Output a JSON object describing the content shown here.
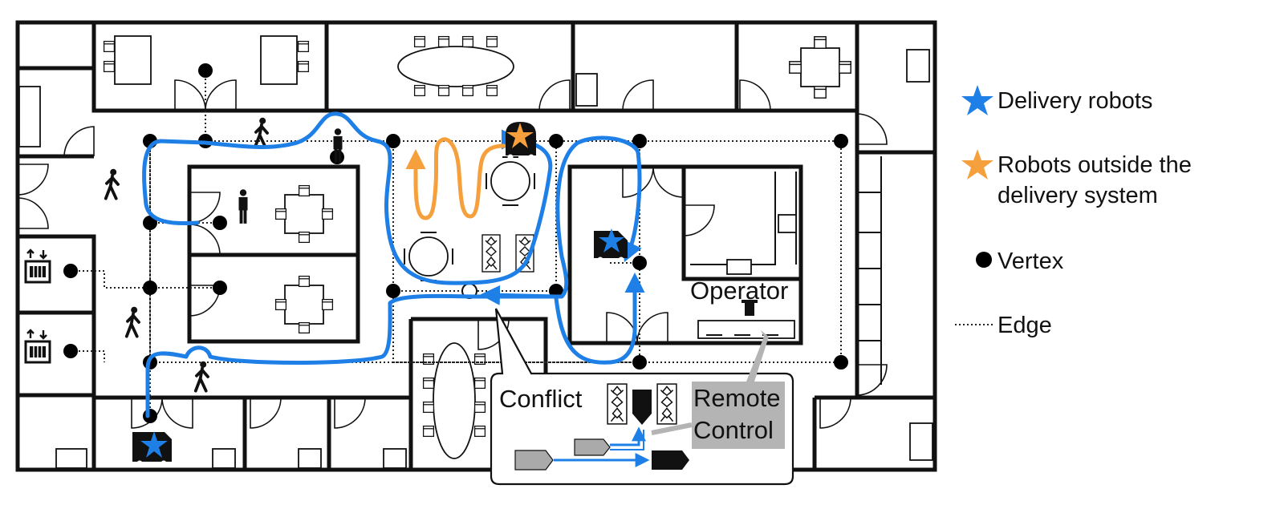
{
  "colors": {
    "delivery_blue": "#1e7fe6",
    "outside_orange": "#f5a03c",
    "wall": "#111111",
    "remote_box": "#b4b4b4",
    "robot_gray": "#aaaaaa"
  },
  "icons": [
    "delivery-robot-icon",
    "outside-robot-icon",
    "person-icon",
    "walking-person-icon",
    "elevator-icon",
    "plant-icon",
    "table-icon",
    "chair-icon"
  ],
  "legend": {
    "delivery_robots": "Delivery robots",
    "outside_robots_line1": "Robots outside the",
    "outside_robots_line2": "delivery system",
    "vertex": "Vertex",
    "edge": "Edge"
  },
  "labels": {
    "operator": "Operator",
    "conflict": "Conflict",
    "remote_line1": "Remote",
    "remote_line2": "Control"
  }
}
